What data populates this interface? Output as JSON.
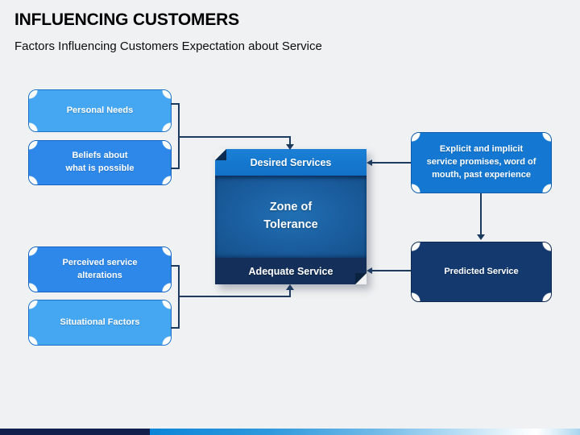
{
  "slide": {
    "title": "INFLUENCING CUSTOMERS",
    "subtitle": "Factors Influencing Customers Expectation about Service"
  },
  "left_boxes": [
    {
      "label": "Personal Needs"
    },
    {
      "label": "Beliefs about\nwhat is possible"
    },
    {
      "label": "Perceived service\nalterations"
    },
    {
      "label": "Situational Factors"
    }
  ],
  "center_box": {
    "top_label": "Desired Services",
    "middle_label": "Zone of\nTolerance",
    "bottom_label": "Adequate Service"
  },
  "right_boxes": [
    {
      "label": "Explicit and implicit\nservice promises, word of\nmouth, past experience"
    },
    {
      "label": "Predicted Service"
    }
  ],
  "colors": {
    "box_light_blue": "#45a6f2",
    "box_medium_blue": "#2d88e9",
    "box_deep_blue": "#1478d2",
    "box_navy": "#14396e",
    "center_top_band": "#1277cd",
    "center_body": "#1a5d9e",
    "center_bottom_band": "#132f5a",
    "connector": "#1d3a5f",
    "footer_navy": "#111f4d",
    "footer_blue": "#0c85d8",
    "background": "#eff1f2",
    "text_on_blue": "#ffffff",
    "title_text": "#000000"
  }
}
